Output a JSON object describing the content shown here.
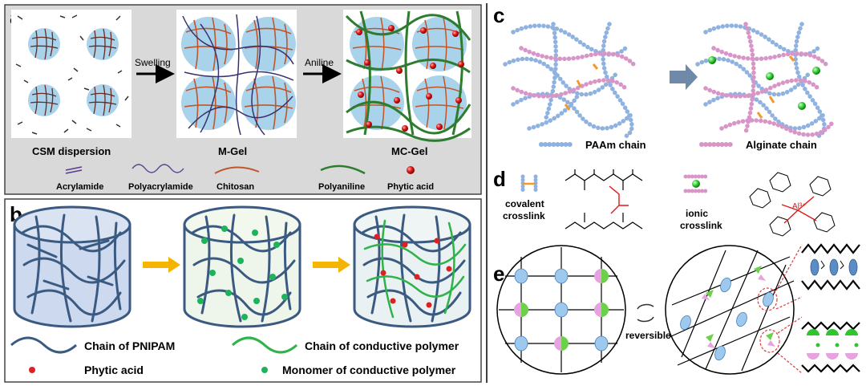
{
  "panels": {
    "a": {
      "letter": "a",
      "arrow1": "Swelling",
      "arrow2": "Aniline",
      "captions": [
        "CSM dispersion",
        "M-Gel",
        "MC-Gel"
      ],
      "legend": [
        "Acrylamide",
        "Polyacrylamide",
        "Chitosan",
        "Polyaniline",
        "Phytic acid"
      ]
    },
    "b": {
      "letter": "b",
      "legend": [
        "Chain of PNIPAM",
        "Chain of conductive polymer",
        "Phytic acid",
        "Monomer of conductive polymer"
      ]
    },
    "c": {
      "letter": "c",
      "legend": [
        "PAAm chain",
        "Alginate chain"
      ]
    },
    "d": {
      "letter": "d",
      "covalent": [
        "covalent",
        "crosslink"
      ],
      "ionic": [
        "ionic",
        "crosslink"
      ],
      "al_label": "Al³⁺"
    },
    "e": {
      "letter": "e",
      "reversible": "reversible"
    }
  },
  "colors": {
    "panel_a_bg": "#d9d9d9",
    "sphere": "#a9d3ea",
    "chitosan": "#c0562a",
    "polyacrylamide": "#5a3c8e",
    "polyaniline": "#2e7d2e",
    "phytic": "#e02020",
    "pnipam": "#3b5a82",
    "conductive": "#2db34a",
    "monomer": "#1db35a",
    "arrow_b": "#f4b400",
    "paam_bead": "#8fb2e0",
    "alginate_bead": "#d896c8",
    "node_blue": "#9ec9ee",
    "node_green": "#6cd04a",
    "node_pink": "#e6a3e0"
  }
}
